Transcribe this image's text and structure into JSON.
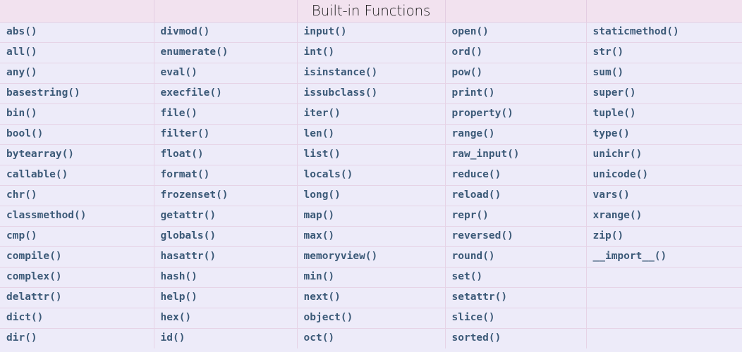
{
  "table": {
    "title": "Built-in Functions",
    "title_column_index": 2,
    "colors": {
      "header_background": "#f2e2ef",
      "body_background": "#edebf9",
      "grid_border": "#e6d3e6",
      "header_border": "#e4cde2",
      "function_text": "#3c5a78",
      "title_text": "#1c1c1c"
    },
    "header_cells": [
      "",
      "",
      "Built-in Functions",
      "",
      ""
    ],
    "column_count": 5,
    "row_count": 16,
    "columns": [
      {
        "index": 0,
        "items": [
          "abs()",
          "all()",
          "any()",
          "basestring()",
          "bin()",
          "bool()",
          "bytearray()",
          "callable()",
          "chr()",
          "classmethod()",
          "cmp()",
          "compile()",
          "complex()",
          "delattr()",
          "dict()",
          "dir()"
        ]
      },
      {
        "index": 1,
        "items": [
          "divmod()",
          "enumerate()",
          "eval()",
          "execfile()",
          "file()",
          "filter()",
          "float()",
          "format()",
          "frozenset()",
          "getattr()",
          "globals()",
          "hasattr()",
          "hash()",
          "help()",
          "hex()",
          "id()"
        ]
      },
      {
        "index": 2,
        "items": [
          "input()",
          "int()",
          "isinstance()",
          "issubclass()",
          "iter()",
          "len()",
          "list()",
          "locals()",
          "long()",
          "map()",
          "max()",
          "memoryview()",
          "min()",
          "next()",
          "object()",
          "oct()"
        ]
      },
      {
        "index": 3,
        "items": [
          "open()",
          "ord()",
          "pow()",
          "print()",
          "property()",
          "range()",
          "raw_input()",
          "reduce()",
          "reload()",
          "repr()",
          "reversed()",
          "round()",
          "set()",
          "setattr()",
          "slice()",
          "sorted()"
        ]
      },
      {
        "index": 4,
        "items": [
          "staticmethod()",
          "str()",
          "sum()",
          "super()",
          "tuple()",
          "type()",
          "unichr()",
          "unicode()",
          "vars()",
          "xrange()",
          "zip()",
          "__import__()",
          "",
          "",
          "",
          ""
        ]
      }
    ]
  }
}
